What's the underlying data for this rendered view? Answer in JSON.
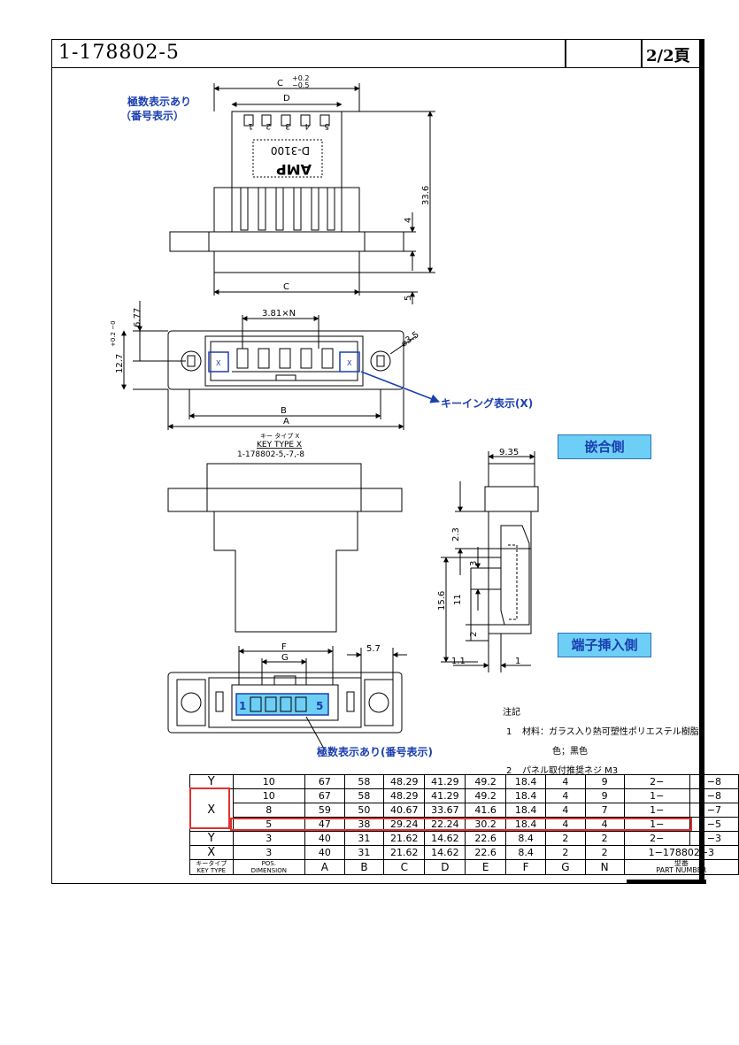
{
  "header": {
    "part_number": "1-178802-5",
    "page": "2/2頁"
  },
  "top_view": {
    "dim_C_tol": "+0.2\n−0.5",
    "dim_C": "C",
    "dim_D": "D",
    "dim_33_6": "33.6",
    "dim_4": "4",
    "dim_5": "5",
    "body_text": "D-3100",
    "logo": "AMP",
    "pole_digits": [
      "1",
      "2",
      "3",
      "4",
      "5"
    ]
  },
  "annotations": {
    "pole_marking_top_line1": "極数表示あり",
    "pole_marking_top_line2": "（番号表示）",
    "keying": "キーイング表示(X)",
    "pole_marking_bottom": "極数表示あり(番号表示)",
    "mating_side": "嵌合側",
    "terminal_side": "端子挿入側"
  },
  "front_view": {
    "pitch": "3.81×N",
    "dim_6_77": "6.77",
    "dim_12_7": "12.7",
    "dim_12_7_tol": "+0.2\n−0",
    "dim_phi": "⌀3.5",
    "dim_B": "B",
    "dim_A": "A",
    "key_mark": "X"
  },
  "key_type_caption": {
    "kana": "キー タイプ X",
    "label": "KEY TYPE X",
    "parts": "1-178802-5,-7,-8"
  },
  "side_view": {
    "dim_9_35": "9.35",
    "dim_2_3": "2.3",
    "dim_3": "3",
    "dim_15_6": "15.6",
    "dim_11": "11",
    "dim_2": "2",
    "dim_1_1": "1.1",
    "dim_1": "1"
  },
  "bottom_view": {
    "dim_F": "F",
    "dim_G": "G",
    "dim_5_7": "5.7",
    "pin_first": "1",
    "pin_last": "5"
  },
  "notes": {
    "title": "注記",
    "n1_num": "1",
    "n1_text": "材料：ガラス入り熱可塑性ポリエステル樹脂",
    "n1_color": "色；黒色",
    "n2_num": "2",
    "n2_text": "パネル取付推奨ネジ M3"
  },
  "table": {
    "rows": [
      {
        "key": "Y",
        "pos": "10",
        "A": "67",
        "B": "58",
        "C": "48.29",
        "D": "41.29",
        "E": "49.2",
        "F": "18.4",
        "G": "4",
        "N": "9",
        "pn_prefix": "2−",
        "pn_suffix": "−8"
      },
      {
        "key": "",
        "pos": "10",
        "A": "67",
        "B": "58",
        "C": "48.29",
        "D": "41.29",
        "E": "49.2",
        "F": "18.4",
        "G": "4",
        "N": "9",
        "pn_prefix": "1−",
        "pn_suffix": "−8"
      },
      {
        "key": "X",
        "pos": "8",
        "A": "59",
        "B": "50",
        "C": "40.67",
        "D": "33.67",
        "E": "41.6",
        "F": "18.4",
        "G": "4",
        "N": "7",
        "pn_prefix": "1−",
        "pn_suffix": "−7"
      },
      {
        "key": "",
        "pos": "5",
        "A": "47",
        "B": "38",
        "C": "29.24",
        "D": "22.24",
        "E": "30.2",
        "F": "18.4",
        "G": "4",
        "N": "4",
        "pn_prefix": "1−",
        "pn_suffix": "−5"
      },
      {
        "key": "Y",
        "pos": "3",
        "A": "40",
        "B": "31",
        "C": "21.62",
        "D": "14.62",
        "E": "22.6",
        "F": "8.4",
        "G": "2",
        "N": "2",
        "pn_prefix": "2−",
        "pn_suffix": "−3"
      },
      {
        "key": "X",
        "pos": "3",
        "A": "40",
        "B": "31",
        "C": "21.62",
        "D": "14.62",
        "E": "22.6",
        "F": "8.4",
        "G": "2",
        "N": "2",
        "pn_prefix": "1−178802−3",
        "pn_suffix": ""
      }
    ],
    "footer": {
      "key_kana": "キータイプ",
      "key": "KEY TYPE",
      "pos": "POS.",
      "dimension": "DIMENSION",
      "cols": [
        "A",
        "B",
        "C",
        "D",
        "E",
        "F",
        "G",
        "N"
      ],
      "pn_kana": "型番",
      "pn": "PART NUMBER"
    }
  },
  "colors": {
    "highlight_red": "#e03030",
    "annotation_blue": "#1a3fb0",
    "label_fill": "#6ecff6",
    "key_box_blue": "#1a3fb0"
  }
}
